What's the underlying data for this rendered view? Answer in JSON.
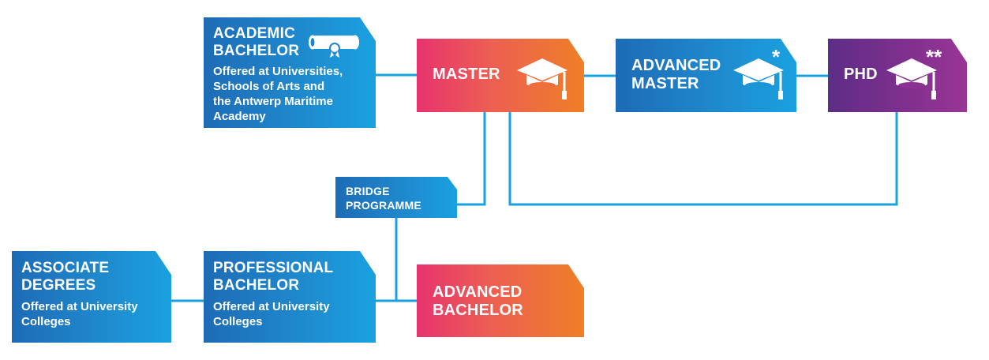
{
  "nodes": {
    "academic_bachelor": {
      "title_lines": [
        "ACADEMIC",
        "BACHELOR"
      ],
      "description": "Offered at Universities,\nSchools of Arts and\nthe Antwerp Maritime\nAcademy",
      "icon": "diploma-scroll-icon"
    },
    "master": {
      "title_lines": [
        "MASTER"
      ],
      "icon": "graduation-cap-icon"
    },
    "advanced_master": {
      "title_lines": [
        "ADVANCED",
        "MASTER"
      ],
      "marker": "*",
      "icon": "graduation-cap-icon"
    },
    "phd": {
      "title_lines": [
        "PHD"
      ],
      "marker": "**",
      "icon": "graduation-cap-icon"
    },
    "bridge_programme": {
      "title_lines": [
        "BRIDGE",
        "PROGRAMME"
      ]
    },
    "associate_degrees": {
      "title_lines": [
        "ASSOCIATE",
        "DEGREES"
      ],
      "description": "Offered at University\nColleges"
    },
    "professional_bachelor": {
      "title_lines": [
        "PROFESSIONAL",
        "BACHELOR"
      ],
      "description": "Offered at University\nColleges"
    },
    "advanced_bachelor": {
      "title_lines": [
        "ADVANCED",
        "BACHELOR"
      ]
    }
  },
  "colors": {
    "blue": "#1f86cb",
    "connector": "#1aa1e0",
    "warm_start": "#e8336e",
    "warm_end": "#ef7f26",
    "purple": "#7c2f8e"
  }
}
